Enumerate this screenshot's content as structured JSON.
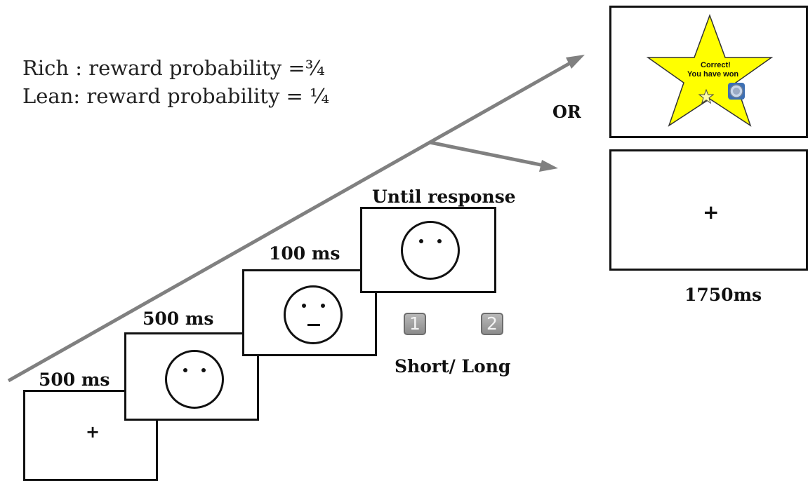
{
  "probabilities": {
    "rich": "Rich : reward probability  =¾",
    "lean": "Lean: reward probability  = ¼"
  },
  "branch_label": "OR",
  "screens": [
    {
      "duration": "500 ms",
      "content": "+"
    },
    {
      "duration": "500 ms",
      "content": "neutral-face"
    },
    {
      "duration": "100 ms",
      "content": "face-with-mouth"
    },
    {
      "duration": "Until response",
      "content": "neutral-face"
    }
  ],
  "response": {
    "keys": [
      "1",
      "2"
    ],
    "label": "Short/ Long"
  },
  "feedback": {
    "reward_text_line1": "Correct!",
    "reward_text_line2": "You have won",
    "no_reward_content": "+",
    "duration": "1750ms"
  },
  "colors": {
    "arrow": "#808080",
    "star_fill": "#ffff00",
    "key_fill": "#a6a6a6"
  }
}
